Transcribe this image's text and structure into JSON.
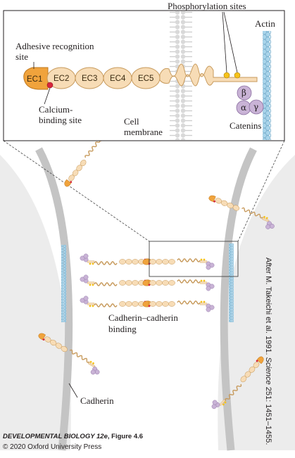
{
  "labels": {
    "phosphorylation": "Phosphorylation sites",
    "actin": "Actin",
    "adhesive_line1": "Adhesive recognition",
    "adhesive_line2": "site",
    "calcium_line1": "Calcium-",
    "calcium_line2": "binding site",
    "membrane_line1": "Cell",
    "membrane_line2": "membrane",
    "catenins": "Catenins",
    "binding_line1": "Cadherin–cadherin",
    "binding_line2": "binding",
    "cadherin": "Cadherin"
  },
  "domains": [
    "EC1",
    "EC2",
    "EC3",
    "EC4",
    "EC5"
  ],
  "catenin_letters": {
    "beta": "β",
    "alpha": "α",
    "gamma": "γ"
  },
  "caption": {
    "book": "DEVELOPMENTAL BIOLOGY 12",
    "edition": "e",
    "figure": ", Figure 4.6",
    "copyright": "© 2020 Oxford University Press"
  },
  "credit": {
    "prefix": "After M. Takeichi et al. 1991. ",
    "journal": "Science",
    "suffix": " 251: 1451–1455."
  },
  "colors": {
    "domain_fill": "#f7dcb6",
    "domain_stroke": "#c79a5c",
    "ec1_fill": "#f0a33c",
    "calcium": "#d7263d",
    "phospho": "#f6c21a",
    "actin": "#a9d4ea",
    "catenin": "#c9b3d6",
    "membrane": "#c8c8c8",
    "cell": "#ececec"
  }
}
